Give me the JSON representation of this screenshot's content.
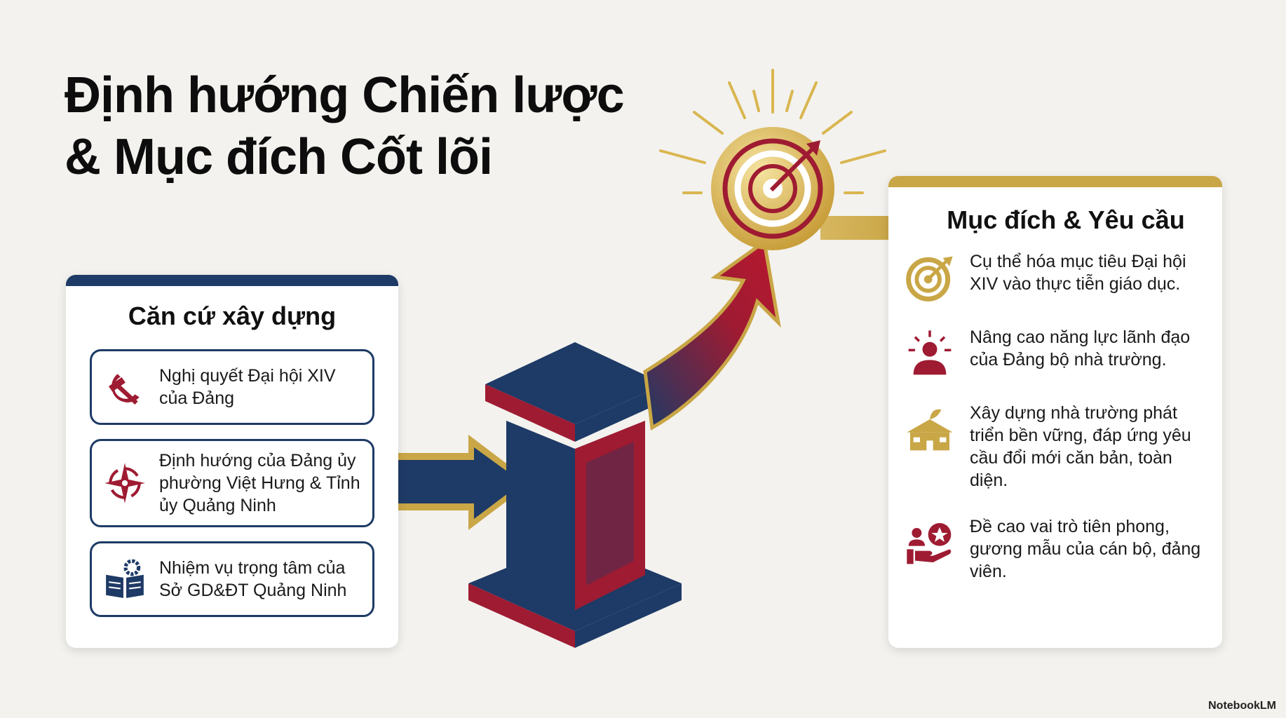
{
  "title": {
    "line1": "Định hướng Chiến lược",
    "line2": "& Mục đích Cốt lõi"
  },
  "left_panel": {
    "heading": "Căn cứ xây dựng",
    "items": [
      {
        "icon": "hammer-sickle-icon",
        "text": "Nghị quyết Đại hội XIV của Đảng"
      },
      {
        "icon": "compass-star-icon",
        "text": "Định hướng của Đảng ủy phường Việt Hưng & Tỉnh ủy Quảng Ninh"
      },
      {
        "icon": "book-gear-icon",
        "text": "Nhiệm vụ trọng tâm của Sở GD&ĐT Quảng Ninh"
      }
    ]
  },
  "right_panel": {
    "heading": "Mục đích & Yêu cầu",
    "items": [
      {
        "icon": "target-icon",
        "text": "Cụ thể hóa mục tiêu Đại hội XIV vào thực tiễn giáo dục."
      },
      {
        "icon": "leader-icon",
        "text": "Nâng cao năng lực lãnh đạo của Đảng bộ nhà trường."
      },
      {
        "icon": "school-icon",
        "text": "Xây dựng nhà trường phát triển bền vững, đáp ứng yêu cầu đổi mới căn bản, toàn diện."
      },
      {
        "icon": "people-star-hand-icon",
        "text": "Đề cao vai trò tiên phong, gương mẫu của cán bộ, đảng viên."
      }
    ]
  },
  "watermark": "NotebookLM",
  "colors": {
    "navy": "#1e3a66",
    "crimson": "#9e1b32",
    "gold": "#c9a646",
    "background": "#f3f2ee"
  }
}
